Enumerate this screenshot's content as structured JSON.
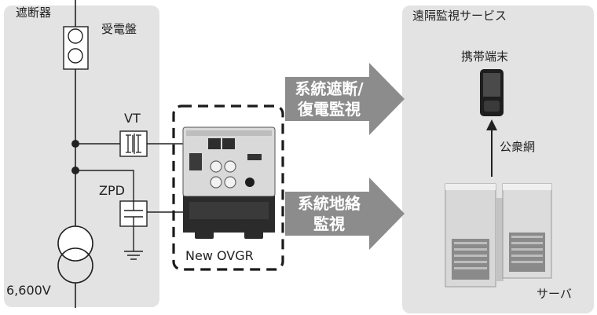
{
  "left_panel": {
    "breaker_label": "遮断器",
    "board_label": "受電盤",
    "vt_label": "VT",
    "zpd_label": "ZPD",
    "voltage_label": "6,600V"
  },
  "device": {
    "label": "New OVGR"
  },
  "arrows": {
    "top": [
      "系統遮断/",
      "復電監視"
    ],
    "bottom": [
      "系統地絡",
      "監視"
    ]
  },
  "right_panel": {
    "title": "遠隔監視サービス",
    "mobile_label": "携帯端末",
    "network_label": "公衆網",
    "server_label": "サーバ"
  },
  "colors": {
    "panel_bg": "#e3e3e3",
    "arrow_fill": "#8c8c8c",
    "line": "#222222"
  }
}
